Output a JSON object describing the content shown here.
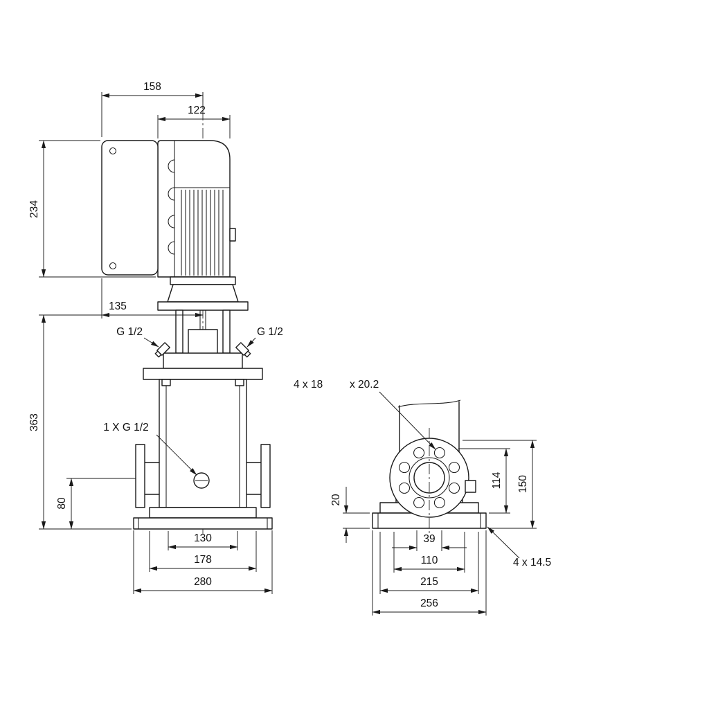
{
  "front_view": {
    "dim_box_width": "158",
    "dim_motor_width": "122",
    "dim_motor_height": "234",
    "dim_head_offset": "135",
    "dim_pump_height": "363",
    "dim_port_height": "80",
    "dim_base_inner": "130",
    "dim_base_mid": "178",
    "dim_base_width": "280",
    "label_gauge_port_left": "G 1/2",
    "label_gauge_port_right": "G 1/2",
    "label_drain_port": "1 X G 1/2"
  },
  "end_view": {
    "label_flange_holes": "4 x 18",
    "label_flange_counterbore": "x 20.2",
    "dim_flange_center_height": "114",
    "dim_flange_top_height": "150",
    "dim_base_thickness": "20",
    "dim_port_bore": "39",
    "dim_bolt_spacing": "110",
    "dim_base_hole_spacing": "215",
    "dim_base_depth": "256",
    "label_base_holes": "4 x 14.5"
  }
}
